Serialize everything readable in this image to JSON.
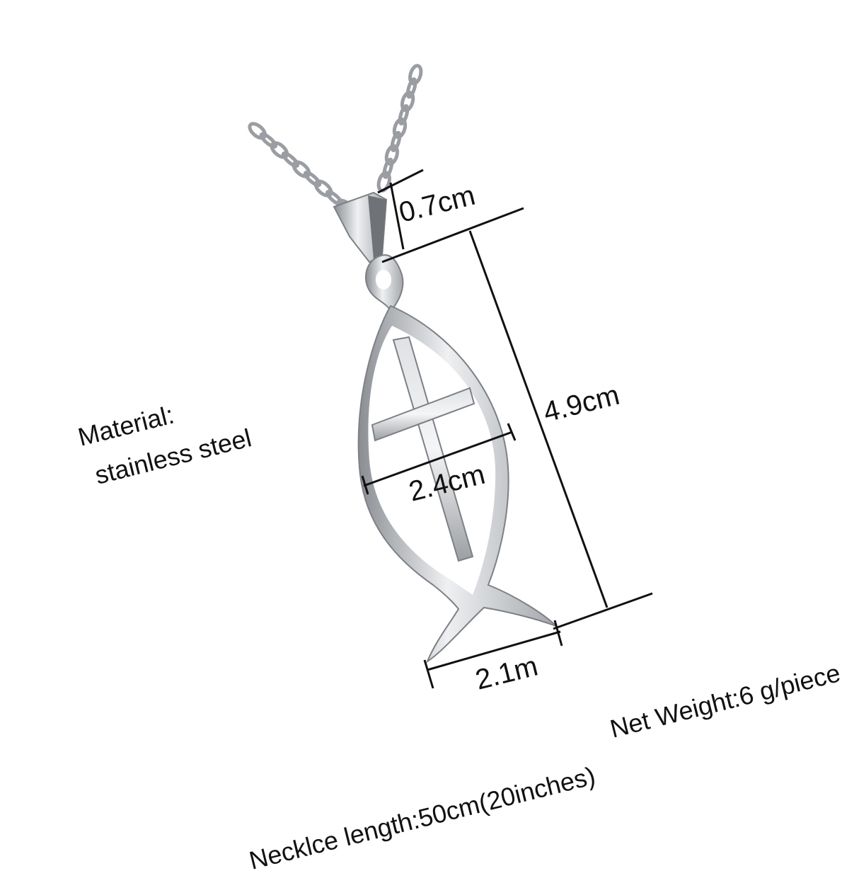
{
  "product": {
    "name_icon": "fish-cross-pendant-icon",
    "chain_icon": "chain-icon",
    "bail_icon": "pendant-bail-icon",
    "metal_color": "#b9bcc0",
    "metal_highlight": "#eef0f2",
    "metal_shadow": "#8a8d92",
    "line_color": "#111111"
  },
  "dimensions": {
    "bail_height": "0.7cm",
    "total_height": "4.9cm",
    "cross_width": "2.4cm",
    "tail_width": "2.1m"
  },
  "specs": {
    "material_label": "Material:",
    "material_value": "stainless steel",
    "net_weight": "Net Weight:6 g/piece",
    "necklace_length": "Necklce length:50cm(20inches)"
  }
}
